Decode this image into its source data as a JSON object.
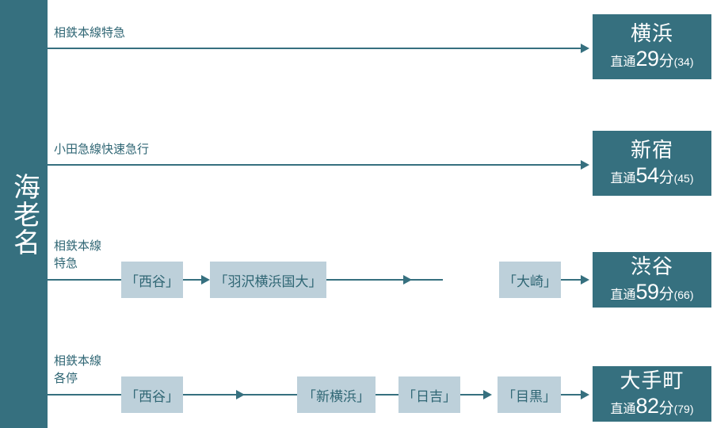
{
  "origin": {
    "name": "海老名"
  },
  "colors": {
    "primary": "#36707f",
    "chip_fill": "#bdd0da",
    "chip_text": "#2f6674",
    "label_text": "#2f6674",
    "background": "#ffffff"
  },
  "routes": [
    {
      "id": "route-yokohama",
      "label": "相鉄本線特急",
      "stops": [],
      "destination": {
        "name": "横浜",
        "prefix": "直通",
        "minutes": "29",
        "unit": "分",
        "alt": "(34)"
      }
    },
    {
      "id": "route-shinjuku",
      "label": "小田急線快速急行",
      "stops": [],
      "destination": {
        "name": "新宿",
        "prefix": "直通",
        "minutes": "54",
        "unit": "分",
        "alt": "(45)"
      }
    },
    {
      "id": "route-shibuya",
      "label": "相鉄本線\n特急",
      "stops": [
        "「西谷」",
        "「羽沢横浜国大」",
        "「大崎」"
      ],
      "destination": {
        "name": "渋谷",
        "prefix": "直通",
        "minutes": "59",
        "unit": "分",
        "alt": "(66)"
      }
    },
    {
      "id": "route-otemachi",
      "label": "相鉄本線\n各停",
      "stops": [
        "「西谷」",
        "「新横浜」",
        "「日吉」",
        "「目黒」"
      ],
      "destination": {
        "name": "大手町",
        "prefix": "直通",
        "minutes": "82",
        "unit": "分",
        "alt": "(79)"
      }
    }
  ]
}
